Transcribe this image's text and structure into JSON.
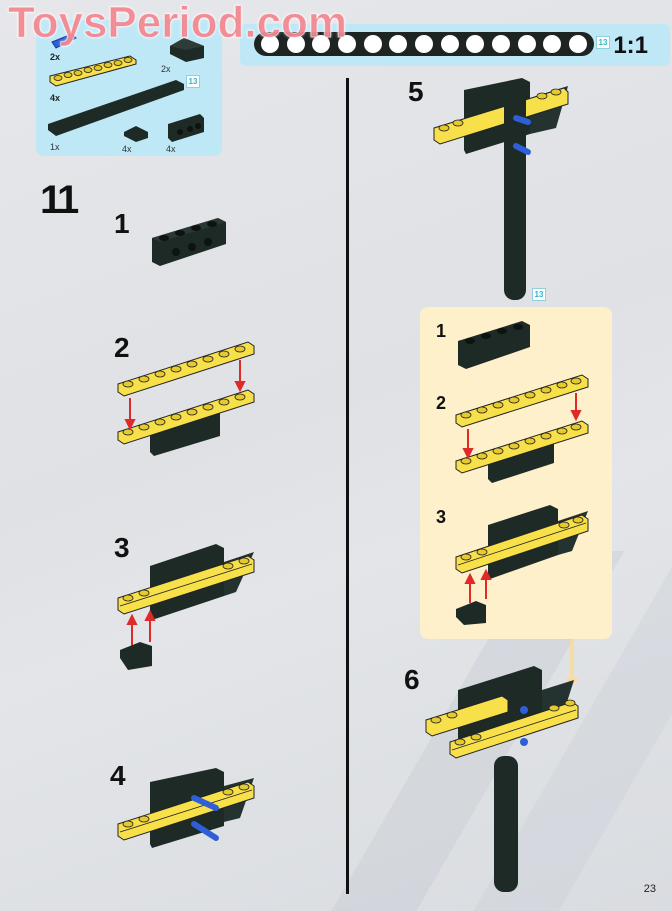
{
  "watermark": "ToysPeriod.com",
  "parts_list": {
    "items": [
      {
        "part": "blue-axle-pin",
        "qty": "2x"
      },
      {
        "part": "black-slope-brick",
        "qty": "2x"
      },
      {
        "part": "yellow-1x8-plate",
        "qty": "4x"
      },
      {
        "part": "black-technic-beam-13",
        "qty": "1x"
      },
      {
        "part": "black-small-slope",
        "qty": "4x"
      },
      {
        "part": "black-1x4-technic-brick",
        "qty": "4x"
      }
    ],
    "beam_length_badge": "13"
  },
  "ruler": {
    "scale_label": "1:1",
    "length_badge": "13",
    "hole_count": 13
  },
  "main_step": {
    "number": "11",
    "substeps": [
      {
        "number": "1"
      },
      {
        "number": "2"
      },
      {
        "number": "3"
      },
      {
        "number": "4"
      }
    ]
  },
  "right_column": {
    "step5": {
      "number": "5",
      "beam_badge": "13"
    },
    "callout": {
      "substeps": [
        {
          "number": "1"
        },
        {
          "number": "2"
        },
        {
          "number": "3"
        }
      ]
    },
    "step6": {
      "number": "6"
    }
  },
  "colors": {
    "parts_bg": "#bfe8f7",
    "callout_bg": "#fdf0cb",
    "brick_black": "#1d2a26",
    "plate_yellow": "#f7e04a",
    "axle_blue": "#2f5fd8",
    "arrow_red": "#e02a2a"
  },
  "page_number": "23"
}
